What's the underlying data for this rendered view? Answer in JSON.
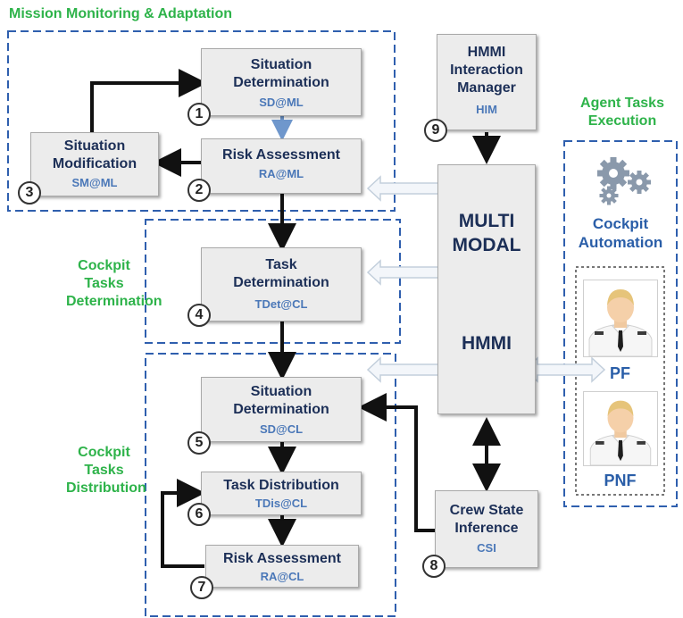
{
  "groups": {
    "mission_monitoring": "Mission Monitoring & Adaptation",
    "cockpit_tasks_determination": [
      "Cockpit",
      "Tasks",
      "Determination"
    ],
    "cockpit_tasks_distribution": [
      "Cockpit",
      "Tasks",
      "Distribution"
    ],
    "agent_tasks_execution": [
      "Agent Tasks",
      "Execution"
    ]
  },
  "boxes": {
    "sd_ml": {
      "title": [
        "Situation",
        "Determination"
      ],
      "code": "SD@ML",
      "number": "1"
    },
    "ra_ml": {
      "title": "Risk Assessment",
      "code": "RA@ML",
      "number": "2"
    },
    "sm_ml": {
      "title": [
        "Situation",
        "Modification"
      ],
      "code": "SM@ML",
      "number": "3"
    },
    "tdet_cl": {
      "title": [
        "Task",
        "Determination"
      ],
      "code": "TDet@CL",
      "number": "4"
    },
    "sd_cl": {
      "title": [
        "Situation",
        "Determination"
      ],
      "code": "SD@CL",
      "number": "5"
    },
    "tdis_cl": {
      "title": "Task Distribution",
      "code": "TDis@CL",
      "number": "6"
    },
    "ra_cl": {
      "title": "Risk Assessment",
      "code": "RA@CL",
      "number": "7"
    },
    "csi": {
      "title": [
        "Crew State",
        "Inference"
      ],
      "code": "CSI",
      "number": "8"
    },
    "him": {
      "title": [
        "HMMI",
        "Interaction",
        "Manager"
      ],
      "code": "HIM",
      "number": "9"
    }
  },
  "hmmi": {
    "line1": "MULTI",
    "line2": "MODAL",
    "line3": "HMMI"
  },
  "agents": {
    "automation": [
      "Cockpit",
      "Automation"
    ],
    "pf": "PF",
    "pnf": "PNF"
  },
  "icons": [
    "gears-icon",
    "pilot-avatar-icon"
  ],
  "colors": {
    "group_label": "#2eb34a",
    "box_title": "#1c2f57",
    "box_code": "#4b78b8",
    "agent_label": "#2a5ea8",
    "dashed_border": "#2f5fae"
  }
}
